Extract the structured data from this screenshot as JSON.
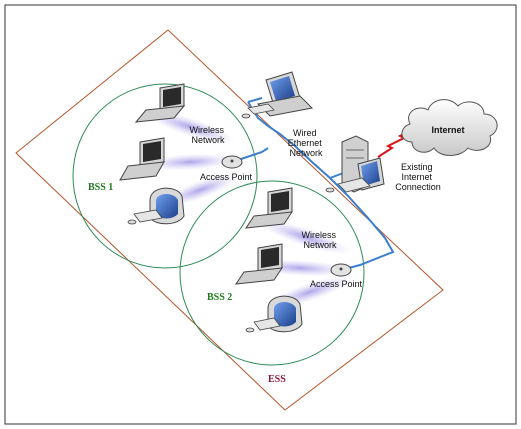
{
  "labels": {
    "wireless_network_1": [
      "Wireless",
      "Network"
    ],
    "access_point_1": "Access Point",
    "wireless_network_2": [
      "Wireless",
      "Network"
    ],
    "access_point_2": "Access Point",
    "wired_ethernet": [
      "Wired",
      "Ethernet",
      "Network"
    ],
    "existing_connection": [
      "Existing",
      "Internet",
      "Connection"
    ],
    "internet": "Internet",
    "bss1": "BSS 1",
    "bss2": "BSS 2",
    "ess": "ESS"
  },
  "colors": {
    "frame": "#555555",
    "ess_boundary": "#b5552a",
    "bss_circle": "#2e8b57",
    "bss_text": "#1f7a1f",
    "ess_text": "#8b1a3a",
    "ethernet_cable": "#3a7fd0",
    "internet_link": "#dd1111",
    "wireless_haze": "#b0a8e8",
    "device_gray": "#c8c8c8",
    "screen_blue": "#2a5fbf"
  },
  "icons": [
    "laptop-icon",
    "desktop-computer-icon",
    "access-point-icon",
    "server-tower-icon",
    "cloud-icon"
  ]
}
